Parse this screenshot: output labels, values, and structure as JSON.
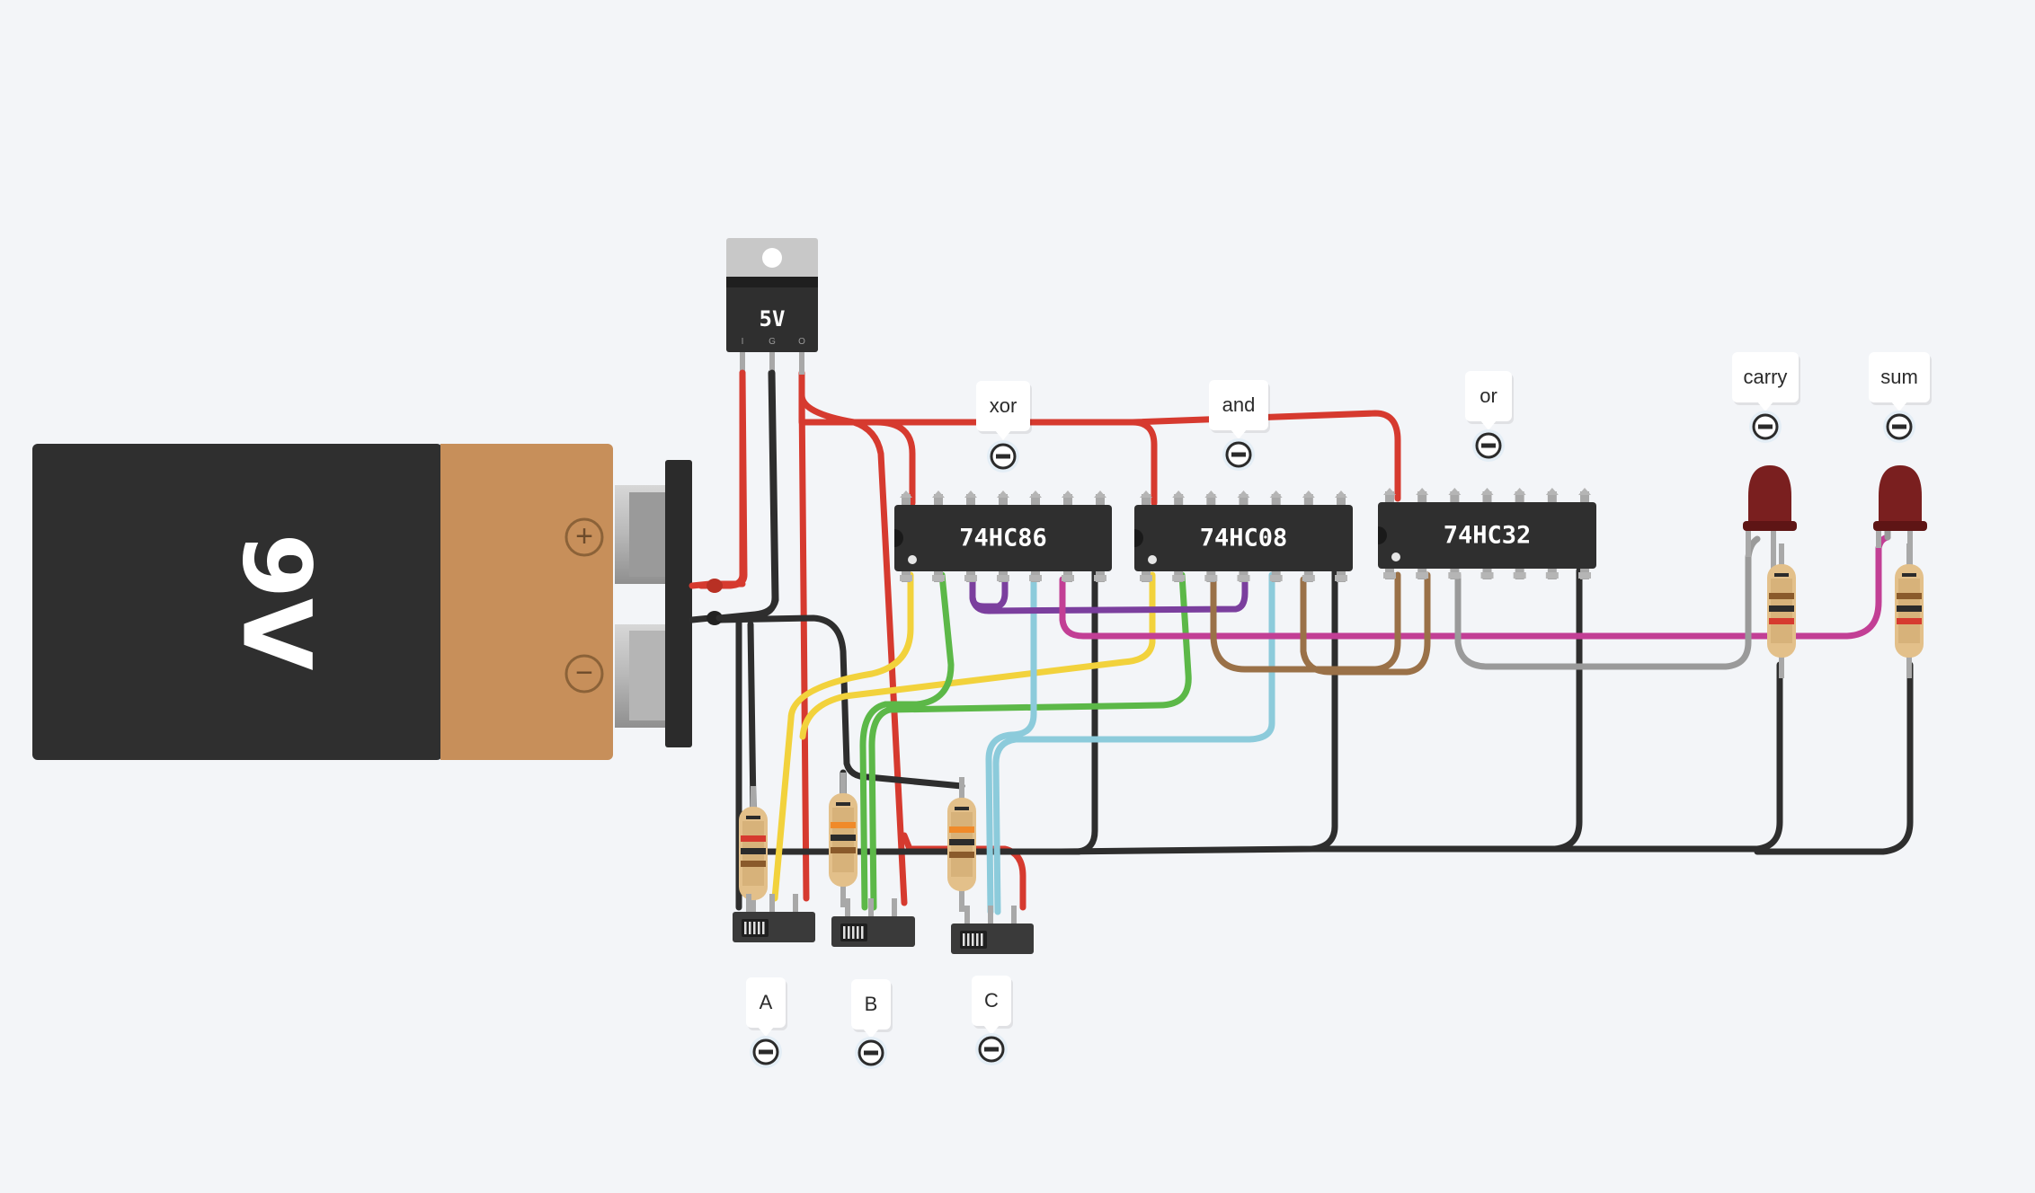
{
  "battery": {
    "label": "9V",
    "plus_symbol": "+",
    "minus_symbol": "−"
  },
  "regulator": {
    "label": "5V",
    "pins": [
      "I",
      "G",
      "O"
    ]
  },
  "chips": [
    {
      "label": "74HC86",
      "tag": "xor"
    },
    {
      "label": "74HC08",
      "tag": "and"
    },
    {
      "label": "74HC32",
      "tag": "or"
    }
  ],
  "leds": [
    {
      "tag": "carry",
      "color": "#7a1f1f"
    },
    {
      "tag": "sum",
      "color": "#7a1f1f"
    }
  ],
  "switches": [
    {
      "tag": "A"
    },
    {
      "tag": "B"
    },
    {
      "tag": "C"
    }
  ],
  "wire_colors": {
    "power": "#d63a2f",
    "ground": "#2e2e2e",
    "yellow": "#f2d23c",
    "green": "#5cb848",
    "cyan": "#8ccbdb",
    "purple": "#7b3f9e",
    "magenta": "#c23f95",
    "brown": "#9a7148",
    "gray": "#9a9a9a"
  },
  "icons": [
    "collapse-minus-icon"
  ]
}
